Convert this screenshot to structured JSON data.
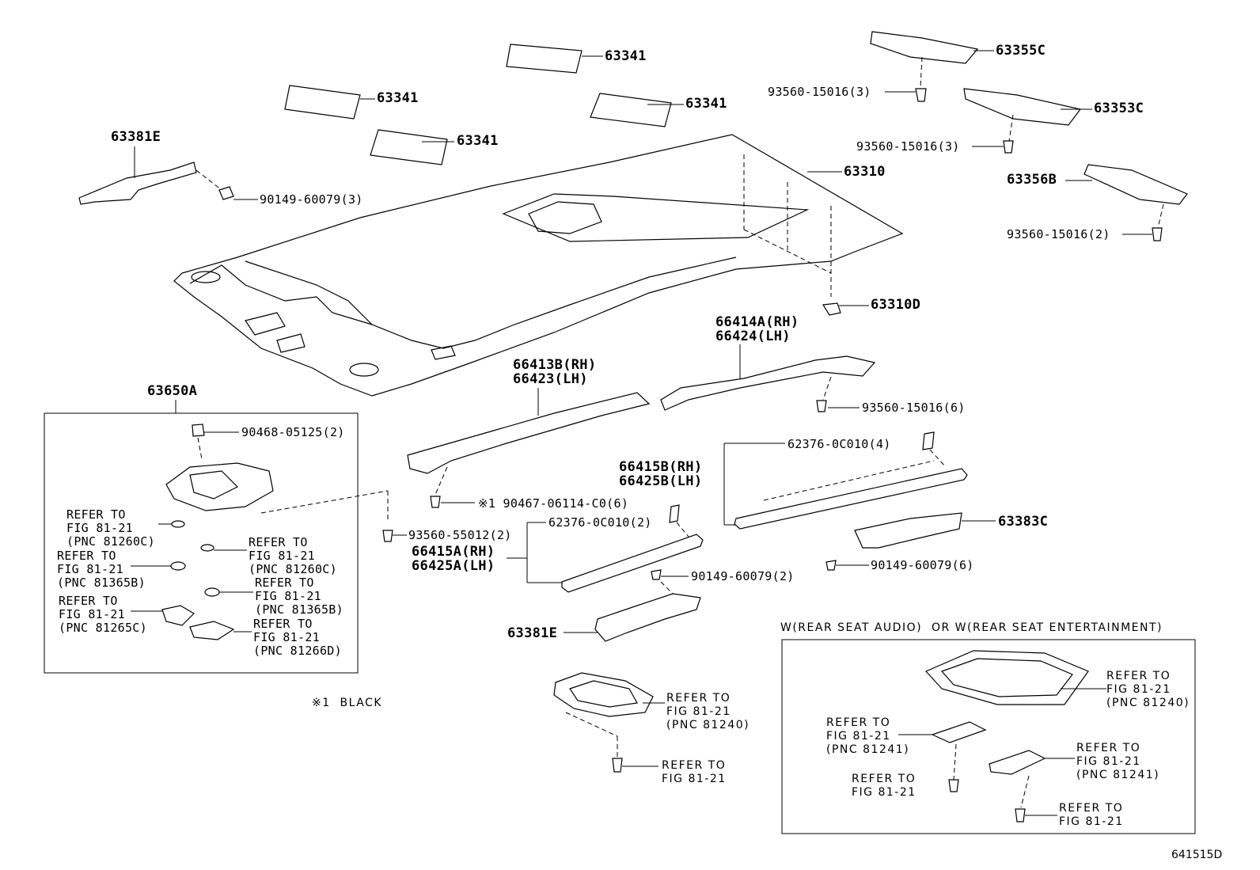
{
  "diagram_id": "641515D",
  "note": "※1  BLACK",
  "variant_box_title": "W(REAR SEAT AUDIO)  OR W(REAR SEAT ENTERTAINMENT)",
  "labels": {
    "p63341_a": "63341",
    "p63341_b": "63341",
    "p63341_c": "63341",
    "p63341_d": "63341",
    "p63381e_top": "63381E",
    "p90149_top": "90149-60079(3)",
    "p63355c": "63355C",
    "p93560_a": "93560-15016(3)",
    "p63353c": "63353C",
    "p93560_b": "93560-15016(3)",
    "p63310": "63310",
    "p63356b": "63356B",
    "p93560_c": "93560-15016(2)",
    "p63310d": "63310D",
    "p66414a": "66414A(RH)\n66424(LH)",
    "p66413b": "66413B(RH)\n66423(LH)",
    "p93560_d": "93560-15016(6)",
    "p63650a": "63650A",
    "p90468": "90468-05125(2)",
    "p62376_a": "62376-0C010(4)",
    "p66415b": "66415B(RH)\n66425B(LH)",
    "p90467": "※1 90467-06114-C0(6)",
    "p63383c": "63383C",
    "p93560_e": "93560-55012(2)",
    "p62376_b": "62376-0C010(2)",
    "p66415a": "66415A(RH)\n66425A(LH)",
    "p90149_b": "90149-60079(6)",
    "p90149_c": "90149-60079(2)",
    "p63381e_bot": "63381E"
  },
  "refer_in_box": [
    "REFER TO\nFIG 81-21\n(PNC 81260C)",
    "REFER TO\nFIG 81-21\n(PNC 81260C)",
    "REFER TO\nFIG 81-21\n(PNC 81365B)",
    "REFER TO\nFIG 81-21\n(PNC 81365B)",
    "REFER TO\nFIG 81-21\n(PNC 81265C)",
    "REFER TO\nFIG 81-21\n(PNC 81266D)"
  ],
  "refer_center": [
    "REFER TO\nFIG 81-21\n(PNC 81240)",
    "REFER TO\nFIG 81-21"
  ],
  "refer_variant": [
    "REFER TO\nFIG 81-21\n(PNC 81240)",
    "REFER TO\nFIG 81-21\n(PNC 81241)",
    "REFER TO\nFIG 81-21\n(PNC 81241)",
    "REFER TO\nFIG 81-21",
    "REFER TO\nFIG 81-21"
  ]
}
